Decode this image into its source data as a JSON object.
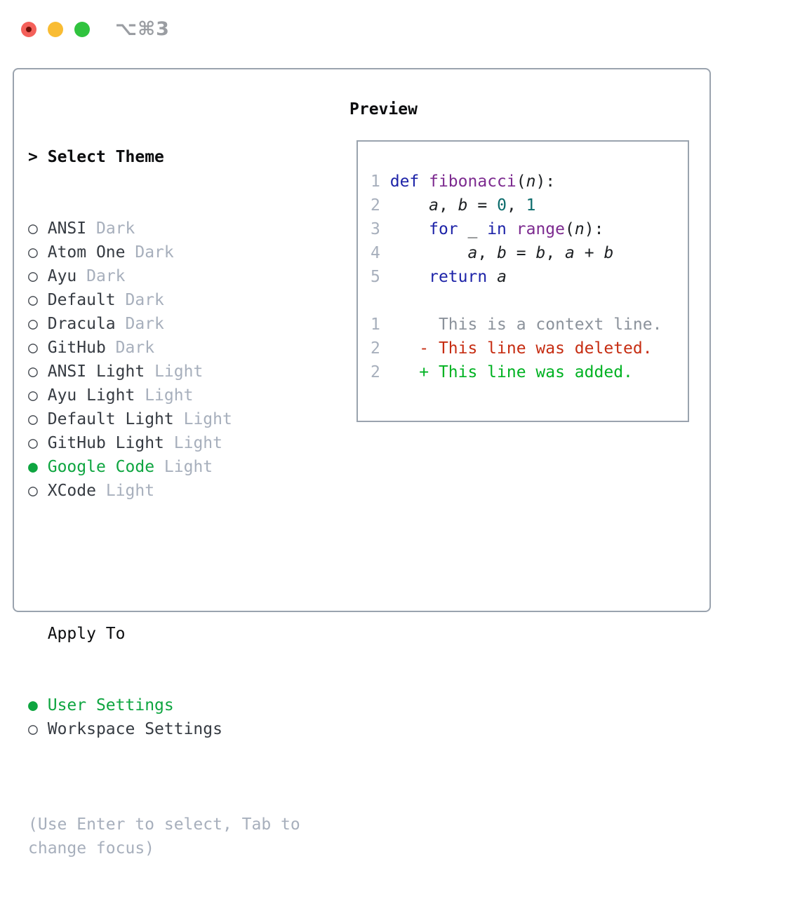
{
  "window": {
    "title": "⌥⌘3",
    "traffic_lights": [
      "close",
      "minimize",
      "zoom"
    ]
  },
  "colors": {
    "selection_green": "#0ea540",
    "keyword_blue": "#1d23a8",
    "function_purple": "#7c2a8f",
    "literal_teal": "#0c6c6c",
    "diff_deleted_red": "#c62d12",
    "diff_added_green": "#00b222",
    "muted_gray": "#a7afbc",
    "border_gray": "#9aa3ae"
  },
  "theme_list": {
    "header_marker": ">",
    "header": "Select Theme",
    "unselected_marker": "○",
    "selected_marker": "●",
    "themes": [
      {
        "name": "ANSI",
        "tag": "Dark",
        "selected": false
      },
      {
        "name": "Atom One",
        "tag": "Dark",
        "selected": false
      },
      {
        "name": "Ayu",
        "tag": "Dark",
        "selected": false
      },
      {
        "name": "Default",
        "tag": "Dark",
        "selected": false
      },
      {
        "name": "Dracula",
        "tag": "Dark",
        "selected": false
      },
      {
        "name": "GitHub",
        "tag": "Dark",
        "selected": false
      },
      {
        "name": "ANSI Light",
        "tag": "Light",
        "selected": false
      },
      {
        "name": "Ayu Light",
        "tag": "Light",
        "selected": false
      },
      {
        "name": "Default Light",
        "tag": "Light",
        "selected": false
      },
      {
        "name": "GitHub Light",
        "tag": "Light",
        "selected": false
      },
      {
        "name": "Google Code",
        "tag": "Light",
        "selected": true
      },
      {
        "name": "XCode",
        "tag": "Light",
        "selected": false
      }
    ]
  },
  "apply_to": {
    "header": "Apply To",
    "options": [
      {
        "name": "User Settings",
        "selected": true
      },
      {
        "name": "Workspace Settings",
        "selected": false
      }
    ]
  },
  "help_text": "(Use Enter to select, Tab to change focus)",
  "preview": {
    "header": "Preview",
    "code_lines": [
      {
        "num": "1",
        "tokens": [
          {
            "c": "kwd",
            "s": "def "
          },
          {
            "c": "fn",
            "s": "fibonacci"
          },
          {
            "c": "pln",
            "s": "("
          },
          {
            "c": "var",
            "s": "n"
          },
          {
            "c": "pln",
            "s": "):"
          }
        ]
      },
      {
        "num": "2",
        "tokens": [
          {
            "c": "pln",
            "s": "    "
          },
          {
            "c": "var",
            "s": "a"
          },
          {
            "c": "pln",
            "s": ", "
          },
          {
            "c": "var",
            "s": "b"
          },
          {
            "c": "pln",
            "s": " = "
          },
          {
            "c": "lit",
            "s": "0"
          },
          {
            "c": "pln",
            "s": ", "
          },
          {
            "c": "lit",
            "s": "1"
          }
        ]
      },
      {
        "num": "3",
        "tokens": [
          {
            "c": "pln",
            "s": "    "
          },
          {
            "c": "kwd",
            "s": "for"
          },
          {
            "c": "pln",
            "s": " _ "
          },
          {
            "c": "kwd",
            "s": "in"
          },
          {
            "c": "pln",
            "s": " "
          },
          {
            "c": "fn",
            "s": "range"
          },
          {
            "c": "pln",
            "s": "("
          },
          {
            "c": "var",
            "s": "n"
          },
          {
            "c": "pln",
            "s": "):"
          }
        ]
      },
      {
        "num": "4",
        "tokens": [
          {
            "c": "pln",
            "s": "        "
          },
          {
            "c": "var",
            "s": "a"
          },
          {
            "c": "pln",
            "s": ", "
          },
          {
            "c": "var",
            "s": "b"
          },
          {
            "c": "pln",
            "s": " = "
          },
          {
            "c": "var",
            "s": "b"
          },
          {
            "c": "pln",
            "s": ", "
          },
          {
            "c": "var",
            "s": "a"
          },
          {
            "c": "pln",
            "s": " + "
          },
          {
            "c": "var",
            "s": "b"
          }
        ]
      },
      {
        "num": "5",
        "tokens": [
          {
            "c": "pln",
            "s": "    "
          },
          {
            "c": "kwd",
            "s": "return"
          },
          {
            "c": "pln",
            "s": " "
          },
          {
            "c": "var",
            "s": "a"
          }
        ]
      }
    ],
    "diff_lines": [
      {
        "num": "1",
        "c": "ctx",
        "text": "      This is a context line."
      },
      {
        "num": "2",
        "c": "del",
        "text": "    - This line was deleted."
      },
      {
        "num": "2",
        "c": "add",
        "text": "    + This line was added."
      }
    ]
  }
}
